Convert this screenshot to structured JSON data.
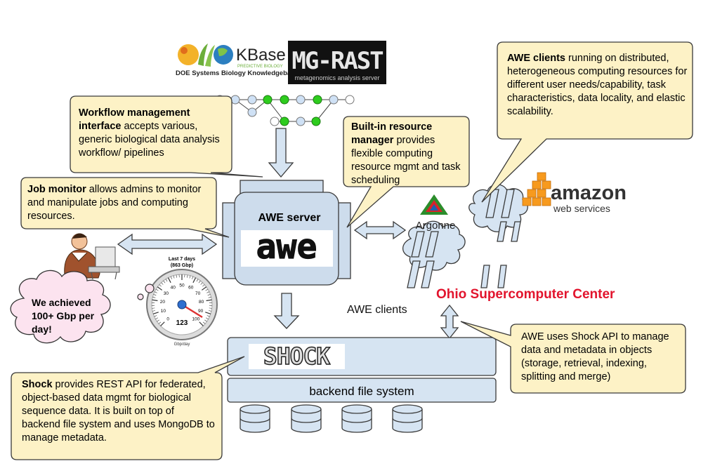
{
  "logos": {
    "kbase_name": "KBase",
    "kbase_tagline": "PREDICTIVE BIOLOGY",
    "kbase_caption": "DOE Systems Biology Knowledgebase",
    "mgrast_name": "MG-RAST",
    "mgrast_caption": "metagenomics analysis server",
    "amazon_name": "amazon",
    "amazon_sub": "web services",
    "argonne_name": "Argonne",
    "osc_name": "Ohio Supercomputer Center"
  },
  "server": {
    "title": "AWE server",
    "logo_text": "awe"
  },
  "shock": {
    "logo_text": "SHOCK",
    "backend_label": "backend file system"
  },
  "clients_label": "AWE clients",
  "gauge": {
    "title": "Last 7 days",
    "subtitle": "(863 Gbp)",
    "reading": "123",
    "unit": "Gbp/day",
    "scale": [
      "0",
      "10",
      "20",
      "30",
      "40",
      "50",
      "60",
      "70",
      "80",
      "90",
      "100"
    ]
  },
  "thought_bubble": {
    "line1": "We achieved",
    "line2": "100+ Gbp per",
    "line3": "day!"
  },
  "callouts": {
    "workflow": {
      "bold": "Workflow management interface",
      "rest": " accepts various, generic biological data analysis workflow/ pipelines"
    },
    "job_monitor": {
      "bold": "Job monitor",
      "rest": " allows admins to monitor and manipulate jobs and computing resources."
    },
    "resource_manager": {
      "bold": "Built-in resource manager",
      "rest": " provides flexible computing resource mgmt and task scheduling"
    },
    "awe_clients": {
      "bold": "AWE clients",
      "rest": " running on distributed, heterogeneous computing resources for different user needs/capability, task characteristics, data locality, and elastic scalability."
    },
    "shock_api": {
      "bold": "",
      "rest": "AWE uses Shock API to manage data and metadata in objects (storage, retrieval, indexing, splitting and merge)"
    },
    "shock": {
      "bold": "Shock",
      "rest": " provides REST API for federated, object-based data mgmt for biological sequence data. It is built on top of backend file system and uses MongoDB to manage metadata."
    }
  },
  "colors": {
    "callout_fill": "#fdf2c6",
    "box_fill": "#d6e4f2",
    "server_fill": "#cddcec",
    "node_green": "#2ecc1e",
    "node_blue": "#cfe1f5",
    "osc_red": "#e2142d",
    "amazon_orange": "#f79a1e"
  }
}
